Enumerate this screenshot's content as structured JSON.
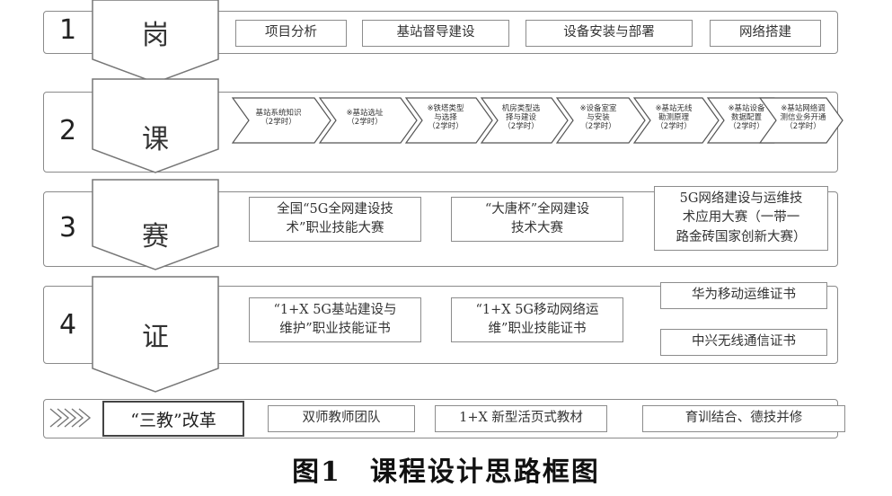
{
  "rows": [
    {
      "number": "1",
      "char": "岗",
      "items": [
        "项目分析",
        "基站督导建设",
        "设备安装与部署",
        "网络搭建"
      ]
    },
    {
      "number": "2",
      "char": "课",
      "steps": [
        {
          "line1": "基站系统知识",
          "line2": "",
          "line3": "（2学时）"
        },
        {
          "line1": "※基站选址",
          "line2": "",
          "line3": "（2学时）"
        },
        {
          "line1": "※铁塔类型",
          "line2": "与选择",
          "line3": "（2学时）"
        },
        {
          "line1": "机房类型选",
          "line2": "择与建设",
          "line3": "（2学时）"
        },
        {
          "line1": "※设备室室",
          "line2": "与安装",
          "line3": "（2学时）"
        },
        {
          "line1": "※基站无线",
          "line2": "勘测原理",
          "line3": "（2学时）"
        },
        {
          "line1": "※基站设备",
          "line2": "数据配置",
          "line3": "（2学时）"
        },
        {
          "line1": "※基站网络调",
          "line2": "测信业务开通",
          "line3": "（2学时）"
        }
      ]
    },
    {
      "number": "3",
      "char": "赛",
      "items": [
        {
          "line1": "全国“5G全网建设技",
          "line2": "术”职业技能大赛",
          "line3": ""
        },
        {
          "line1": "“大唐杯”全网建设",
          "line2": "技术大赛",
          "line3": ""
        },
        {
          "line1": "5G网络建设与运维技",
          "line2": "术应用大赛（一带一",
          "line3": "路金砖国家创新大赛）"
        }
      ]
    },
    {
      "number": "4",
      "char": "证",
      "items": [
        {
          "line1": "“1+X 5G基站建设与",
          "line2": "维护”职业技能证书"
        },
        {
          "line1": "“1+X 5G移动网络运",
          "line2": "维”职业技能证书"
        },
        {
          "line1": "华为移动运维证书",
          "line2": ""
        },
        {
          "line1": "中兴无线通信证书",
          "line2": ""
        }
      ]
    }
  ],
  "reform": {
    "title": "“三教”改革",
    "items": [
      "双师教师团队",
      "1+X 新型活页式教材",
      "育训结合、德技并修"
    ]
  },
  "caption": "图1　课程设计思路框图"
}
